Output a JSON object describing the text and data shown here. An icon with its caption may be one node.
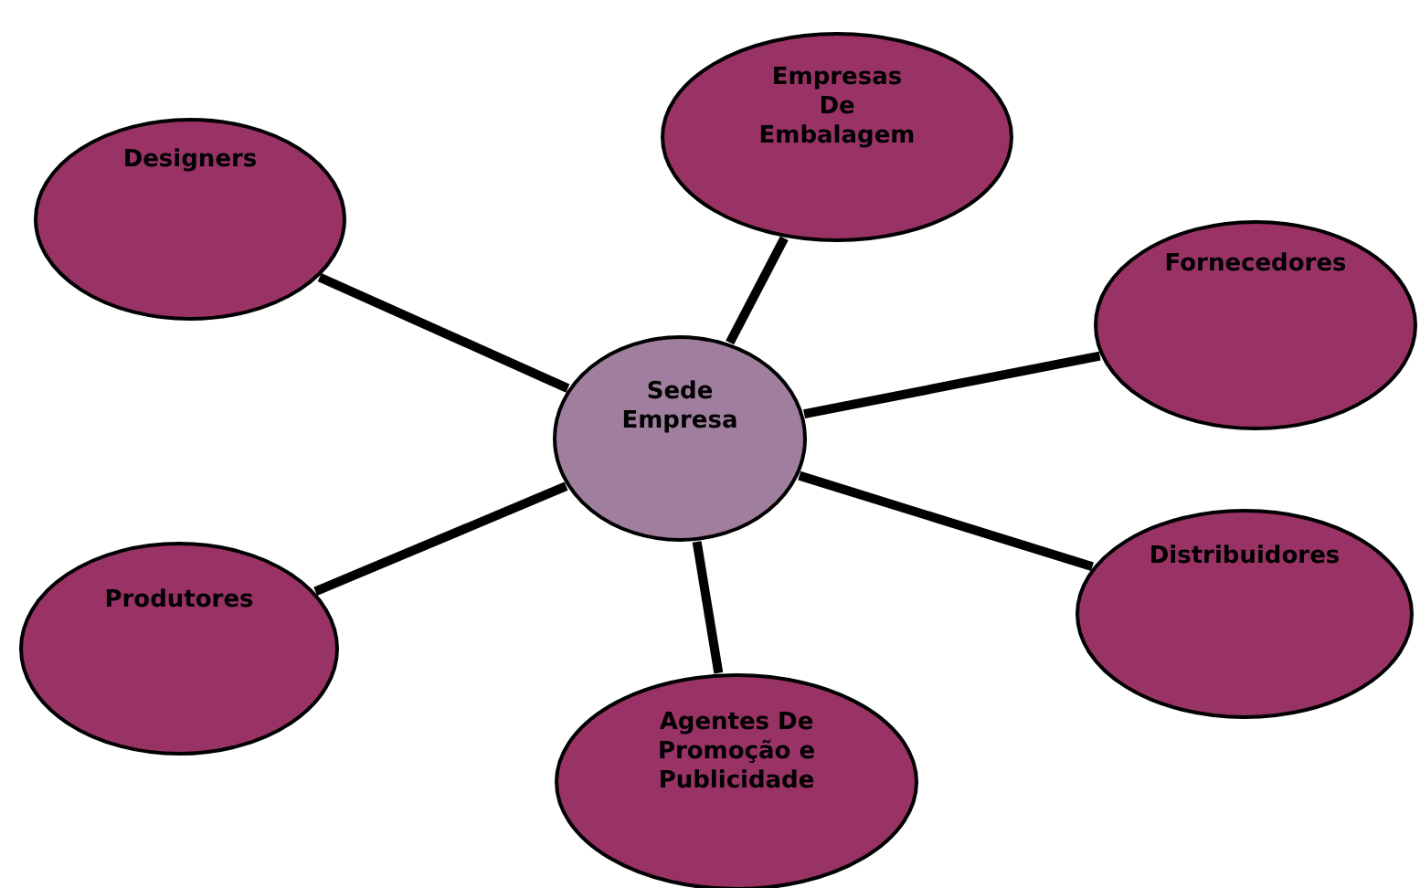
{
  "diagram": {
    "nodes": [
      {
        "text": [
          "Designers"
        ]
      },
      {
        "text": [
          "Empresas De Embalagem"
        ]
      },
      {
        "text": [
          "Fornecedores"
        ]
      },
      {
        "text": [
          "Sede Empresa"
        ]
      },
      {
        "text": [
          "Distribuidores"
        ]
      },
      {
        "text": [
          "Produtores"
        ]
      },
      {
        "text": [
          "Agentes De Promoção e Publicidade"
        ]
      }
    ],
    "edges": [
      {
        "from": 3,
        "to": 0,
        "arrow": "none"
      },
      {
        "from": 3,
        "to": 1,
        "arrow": "none"
      },
      {
        "from": 3,
        "to": 2,
        "arrow": "none"
      },
      {
        "from": 3,
        "to": 4,
        "arrow": "none"
      },
      {
        "from": 3,
        "to": 5,
        "arrow": "none"
      },
      {
        "from": 3,
        "to": 6,
        "arrow": "none"
      }
    ]
  }
}
